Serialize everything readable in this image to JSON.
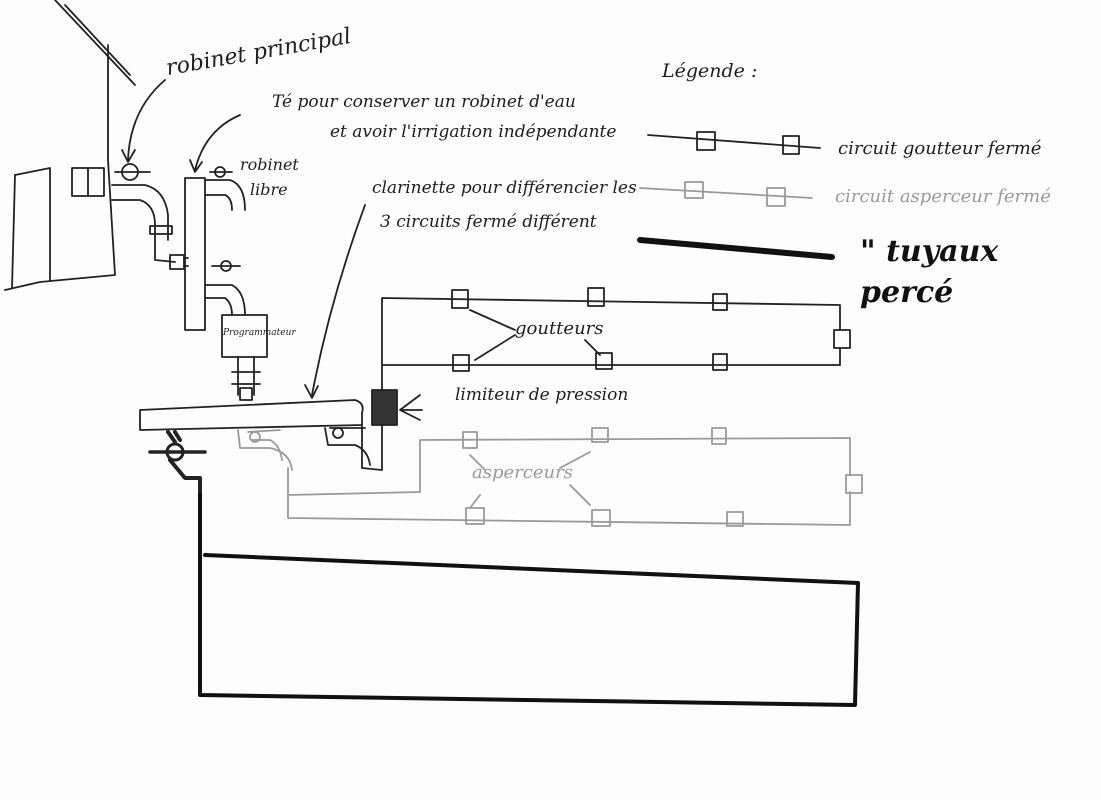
{
  "labels": {
    "robinet_principal": "robinet principal",
    "te_line1": "Té pour conserver un robinet d'eau",
    "te_line2": "et avoir l'irrigation indépendante",
    "robinet_libre_1": "robinet",
    "robinet_libre_2": "libre",
    "clarinette_1": "clarinette pour différencier les",
    "clarinette_2": "3 circuits fermé différent",
    "programmateur": "Programmateur",
    "limiteur": "limiteur de pression",
    "goutteurs": "goutteurs",
    "asperceurs": "asperceurs"
  },
  "legend": {
    "title": "Légende :",
    "items": [
      {
        "label": "circuit goutteur fermé",
        "color": "#222222"
      },
      {
        "label": "circuit asperceur fermé",
        "color": "#9a9a9a"
      },
      {
        "label": "\" tuyaux percé",
        "color": "#111111"
      }
    ]
  },
  "colors": {
    "ink": "#222222",
    "grey_ink": "#9a9a9a",
    "thick": "#111111",
    "paper": "#fdfdfd"
  }
}
